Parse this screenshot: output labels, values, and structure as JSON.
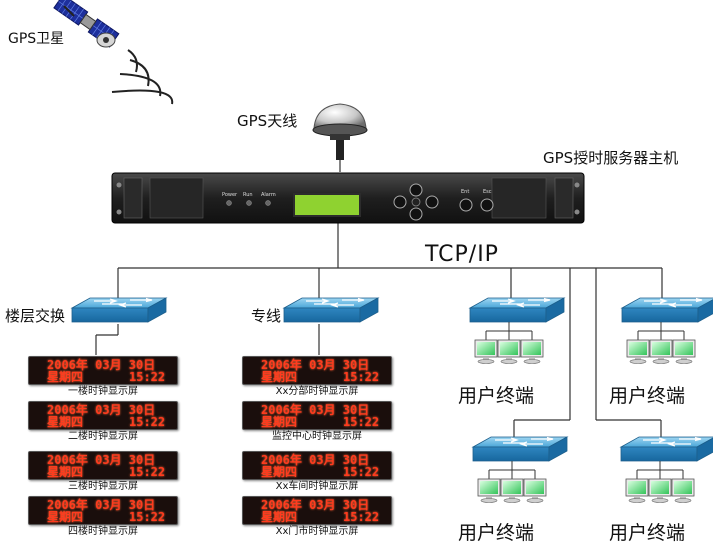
{
  "labels": {
    "satellite": "GPS卫星",
    "antenna": "GPS天线",
    "server": "GPS授时服务器主机",
    "network": "TCP/IP",
    "floor_switch": "楼层交换",
    "dedicated_line": "专线",
    "user_terminal": "用户终端"
  },
  "server_panel": {
    "power": "Power",
    "run": "Run",
    "alarm": "Alarm",
    "ent": "Ent",
    "esc": "Esc"
  },
  "displays_left": [
    {
      "date": "2006年 03月 30日",
      "weekday": "星期四",
      "time": "15:22",
      "caption": "一楼时钟显示屏"
    },
    {
      "date": "2006年 03月 30日",
      "weekday": "星期四",
      "time": "15:22",
      "caption": "二楼时钟显示屏"
    },
    {
      "date": "2006年 03月 30日",
      "weekday": "星期四",
      "time": "15:22",
      "caption": "三楼时钟显示屏"
    },
    {
      "date": "2006年 03月 30日",
      "weekday": "星期四",
      "time": "15:22",
      "caption": "四楼时钟显示屏"
    }
  ],
  "displays_right": [
    {
      "date": "2006年 03月 30日",
      "weekday": "星期四",
      "time": "15:22",
      "caption": "Xx分部时钟显示屏"
    },
    {
      "date": "2006年 03月 30日",
      "weekday": "星期四",
      "time": "15:22",
      "caption": "监控中心时钟显示屏"
    },
    {
      "date": "2006年 03月 30日",
      "weekday": "星期四",
      "time": "15:22",
      "caption": "Xx车间时钟显示屏"
    },
    {
      "date": "2006年 03月 30日",
      "weekday": "星期四",
      "time": "15:22",
      "caption": "Xx门市时钟显示屏"
    }
  ]
}
